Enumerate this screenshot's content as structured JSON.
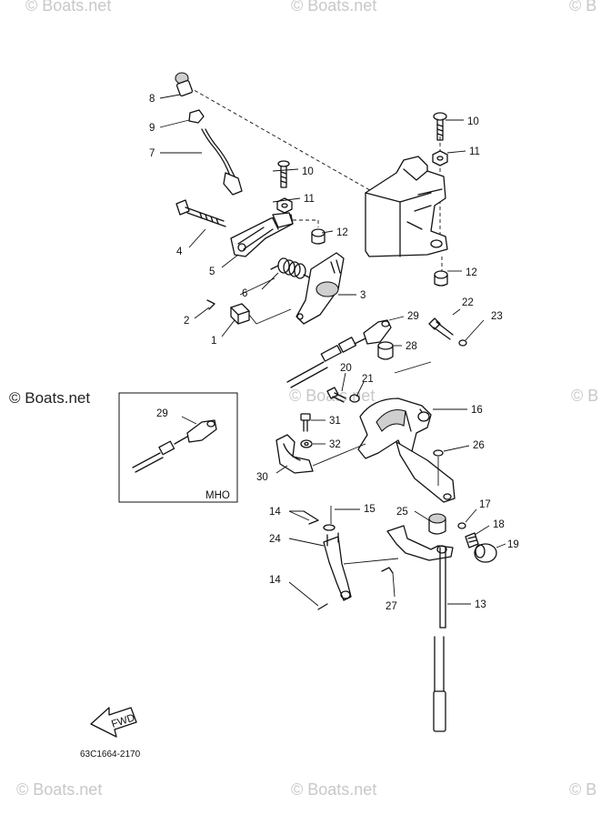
{
  "watermarks": {
    "top_left": "© Boats.net",
    "top_center": "© Boats.net",
    "top_right": "© B",
    "mid_left": "© Boats.net",
    "mid_center": "© Boats.net",
    "mid_right": "© B",
    "bottom_left": "© Boats.net",
    "bottom_center": "© Boats.net",
    "bottom_right": "© B"
  },
  "inset_label": "MHO",
  "fwd_label": "FWD",
  "drawing_code": "63C1664-2170",
  "callouts": [
    {
      "id": "c8",
      "text": "8"
    },
    {
      "id": "c9",
      "text": "9"
    },
    {
      "id": "c7",
      "text": "7"
    },
    {
      "id": "c10a",
      "text": "10"
    },
    {
      "id": "c10b",
      "text": "10"
    },
    {
      "id": "c11a",
      "text": "11"
    },
    {
      "id": "c11b",
      "text": "11"
    },
    {
      "id": "c12a",
      "text": "12"
    },
    {
      "id": "c12b",
      "text": "12"
    },
    {
      "id": "c4",
      "text": "4"
    },
    {
      "id": "c5",
      "text": "5"
    },
    {
      "id": "c6",
      "text": "6"
    },
    {
      "id": "c3",
      "text": "3"
    },
    {
      "id": "c2",
      "text": "2"
    },
    {
      "id": "c1",
      "text": "1"
    },
    {
      "id": "c22",
      "text": "22"
    },
    {
      "id": "c29a",
      "text": "29"
    },
    {
      "id": "c23",
      "text": "23"
    },
    {
      "id": "c28",
      "text": "28"
    },
    {
      "id": "c20",
      "text": "20"
    },
    {
      "id": "c21",
      "text": "21"
    },
    {
      "id": "c16",
      "text": "16"
    },
    {
      "id": "c29b",
      "text": "29"
    },
    {
      "id": "c31",
      "text": "31"
    },
    {
      "id": "c32",
      "text": "32"
    },
    {
      "id": "c26",
      "text": "26"
    },
    {
      "id": "c30",
      "text": "30"
    },
    {
      "id": "c14a",
      "text": "14"
    },
    {
      "id": "c15",
      "text": "15"
    },
    {
      "id": "c25",
      "text": "25"
    },
    {
      "id": "c17",
      "text": "17"
    },
    {
      "id": "c18",
      "text": "18"
    },
    {
      "id": "c19",
      "text": "19"
    },
    {
      "id": "c24",
      "text": "24"
    },
    {
      "id": "c14b",
      "text": "14"
    },
    {
      "id": "c27",
      "text": "27"
    },
    {
      "id": "c13",
      "text": "13"
    }
  ]
}
